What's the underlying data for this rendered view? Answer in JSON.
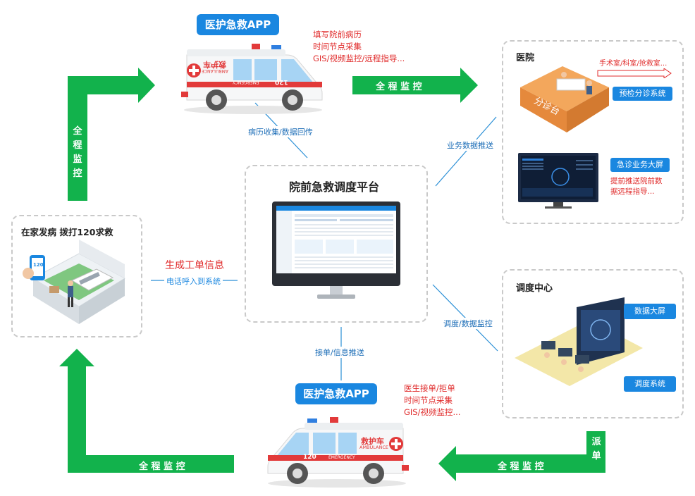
{
  "top_app": {
    "badge": "医护急救APP",
    "notes": [
      "填写院前病历",
      "时间节点采集",
      "GIS/视频监控/远程指导..."
    ]
  },
  "bottom_app": {
    "badge": "医护急救APP",
    "notes": [
      "医生接单/拒单",
      "时间节点采集",
      "GIS/视频监控..."
    ]
  },
  "ambulance": {
    "cn": "救护车",
    "en": "AMBULANCE",
    "number": "120",
    "emergency": "EMERGENCY"
  },
  "home": {
    "title": "在家发病 拨打120求救",
    "phone_text": "120"
  },
  "platform": {
    "title": "院前急救调度平台"
  },
  "hospital": {
    "title": "医院",
    "desk_label": "分诊台",
    "rooms": "手术室/科室/抢救室...",
    "btn_triage": "预检分诊系统",
    "btn_screen": "急诊业务大屏",
    "note": [
      "提前推送院前数",
      "据远程指导..."
    ]
  },
  "dispatch": {
    "title": "调度中心",
    "btn_data": "数据大屏",
    "btn_system": "调度系统"
  },
  "center_text": {
    "red": "生成工单信息",
    "blue": "电话呼入到系统"
  },
  "links": {
    "record": "病历收集/数据回传",
    "business": "业务数据推送",
    "dispatch_monitor": "调度/数据监控",
    "accept": "接单/信息推送"
  },
  "arrows": {
    "left_vertical": [
      "全",
      "程",
      "监",
      "控"
    ],
    "top_horizontal": "全 程 监 控",
    "bottom_left": "全 程 监 控",
    "bottom_right": "全 程 监 控",
    "dispatch_order": [
      "派",
      "单"
    ]
  },
  "colors": {
    "arrow_green": "#12b24c",
    "button_blue": "#1a87e0",
    "accent_red": "#e02b2b"
  }
}
